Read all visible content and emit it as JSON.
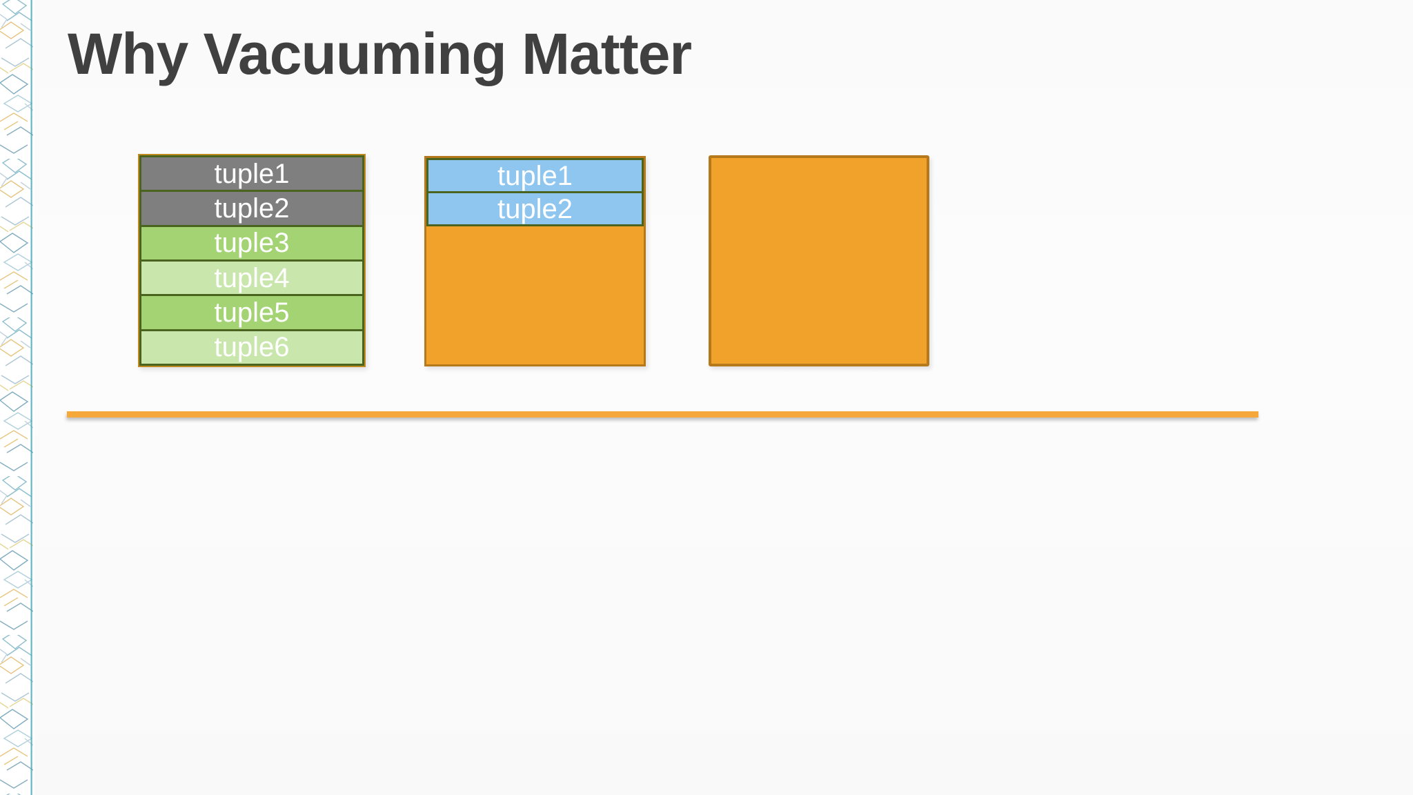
{
  "title": "Why Vacuuming Matter",
  "page1": {
    "rows": [
      "tuple1",
      "tuple2",
      "tuple3",
      "tuple4",
      "tuple5",
      "tuple6"
    ]
  },
  "page2": {
    "rows": [
      "tuple1",
      "tuple2"
    ]
  },
  "page3": {
    "rows": []
  },
  "colors": {
    "title_text": "#404040",
    "tuple_text": "#ffffff",
    "row_dead": "#7f7f7f",
    "row_live_dark": "#a3d373",
    "row_live_light": "#c9e6ac",
    "row_blue": "#8ec6f0",
    "row_border_green": "#4a6420",
    "table_outer_border": "#bf8a1f",
    "orange_fill": "#f0a22a",
    "orange_border": "#b5791b",
    "divider_orange": "#f6a83a",
    "pattern_teal": "#3a8fa8",
    "pattern_blue": "#7fa7bc",
    "pattern_orange": "#dba73f",
    "pattern_yellow": "#d6c25e"
  }
}
